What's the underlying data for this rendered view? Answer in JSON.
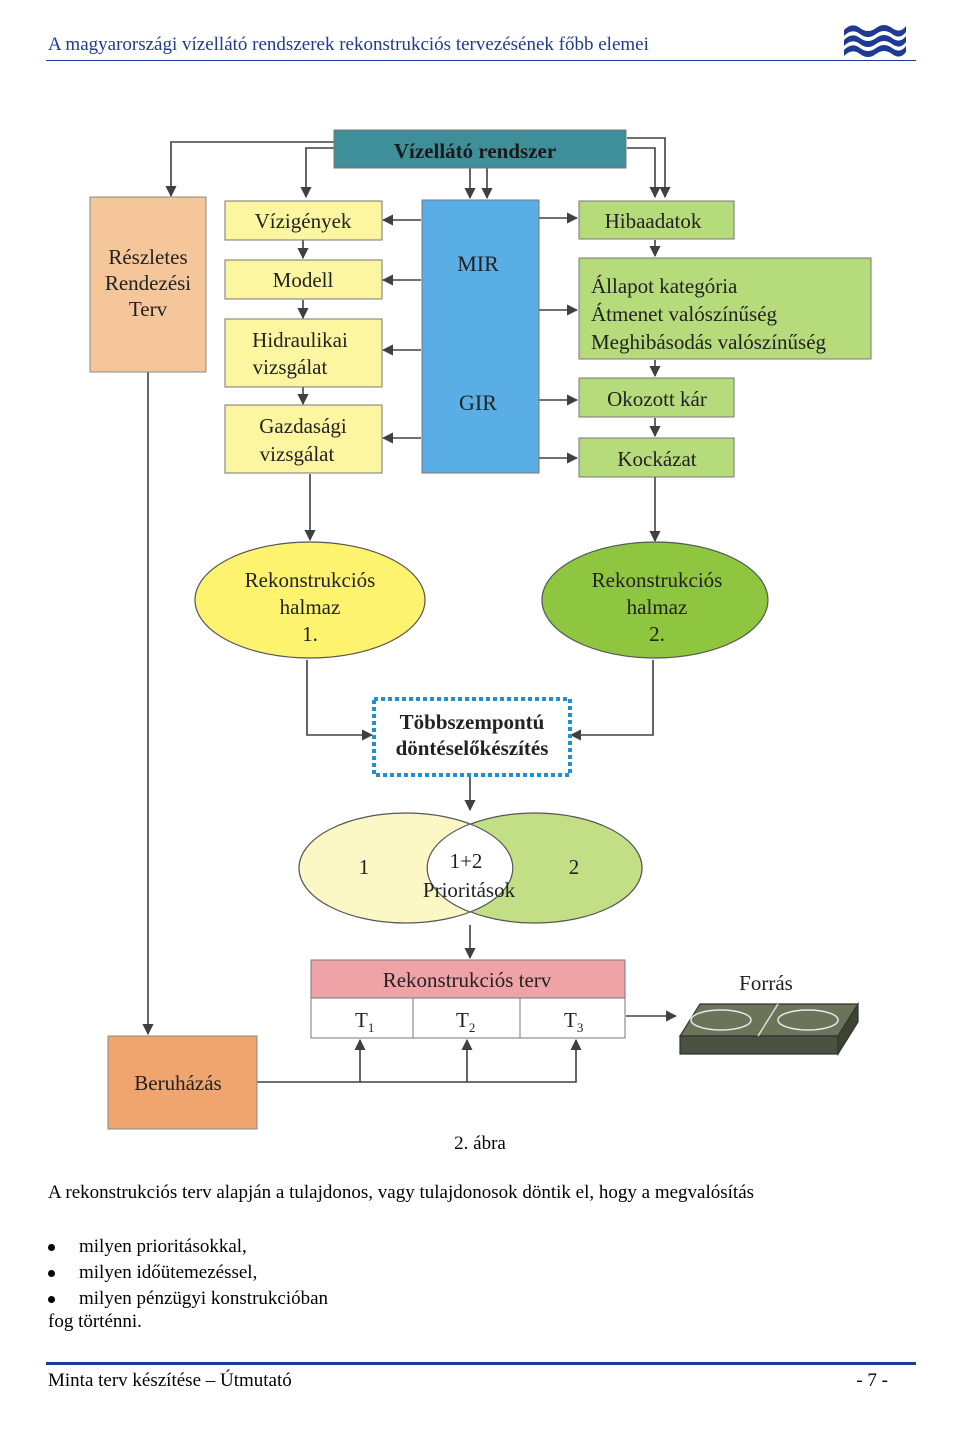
{
  "header": {
    "title": "A magyarországi vízellátó rendszerek rekonstrukciós tervezésének főbb elemei",
    "logo_icon": "waves-logo-icon",
    "accent_color": "#1f3a93"
  },
  "diagram": {
    "top_box": "Vízellátó rendszer",
    "left_box": [
      "Részletes",
      "Rendezési",
      "Terv"
    ],
    "yellow_boxes": [
      {
        "lines": [
          "Vízigények"
        ]
      },
      {
        "lines": [
          "Modell"
        ]
      },
      {
        "lines": [
          "Hidraulikai",
          "vizsgálat"
        ]
      },
      {
        "lines": [
          "Gazdasági",
          "vizsgálat"
        ]
      }
    ],
    "center_box": {
      "top": "MIR",
      "bottom": "GIR"
    },
    "green_boxes": [
      {
        "lines": [
          "Hibaadatok"
        ]
      },
      {
        "lines": [
          "Állapot kategória",
          "Átmenet valószínűség",
          "Meghibásodás valószínűség"
        ]
      },
      {
        "lines": [
          "Okozott kár"
        ]
      },
      {
        "lines": [
          "Kockázat"
        ]
      }
    ],
    "ellipse_1": [
      "Rekonstrukciós",
      "halmaz",
      "1."
    ],
    "ellipse_2": [
      "Rekonstrukciós",
      "halmaz",
      "2."
    ],
    "decision_box": [
      "Többszempontú",
      "döntéselőkészítés"
    ],
    "venn": {
      "left": "1",
      "center": [
        "1+2",
        "Prioritások"
      ],
      "right": "2"
    },
    "plan_box": {
      "title": "Rekonstrukciós terv",
      "cells": [
        {
          "main": "T",
          "sub": "1"
        },
        {
          "main": "T",
          "sub": "2"
        },
        {
          "main": "T",
          "sub": "3"
        }
      ]
    },
    "source_label": "Forrás",
    "investment_box": "Beruházás",
    "colors": {
      "teal": "#3e8f9a",
      "orange": "#f4c69a",
      "yellow": "#fdf6a0",
      "blue": "#5aaee6",
      "green": "#b6db7a",
      "ellipse_yellow": "#fdf36e",
      "ellipse_green": "#8ec63f",
      "venn_left": "#fbf8c6",
      "venn_right": "#c3df86",
      "pink": "#f0a3a6",
      "dark_orange": "#f0a46e",
      "grey_green": "#6b7358",
      "dotted_blue": "#1f8fd6"
    }
  },
  "caption": "2. ábra",
  "paragraph": "A rekonstrukciós terv alapján a tulajdonos, vagy tulajdonosok döntik el, hogy a megvalósítás",
  "bullets": [
    "milyen prioritásokkal,",
    "milyen időütemezéssel,",
    "milyen pénzügyi konstrukcióban"
  ],
  "closing": "fog történni.",
  "footer": {
    "left": "Minta terv készítése – Útmutató",
    "right": "- 7 -"
  }
}
